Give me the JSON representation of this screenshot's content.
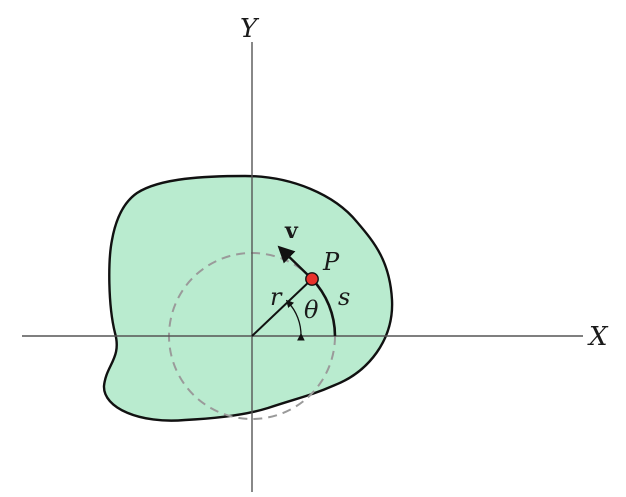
{
  "labels": {
    "y_axis": "Y",
    "x_axis": "X",
    "point": "P",
    "velocity": "v",
    "radius": "r",
    "angle": "θ",
    "arc": "s"
  },
  "colors": {
    "body_fill": "#b9ebcf",
    "outline": "#111111",
    "axis": "#555555",
    "dashed_circle": "#9a9a9a",
    "point_fill": "#e8322b"
  }
}
